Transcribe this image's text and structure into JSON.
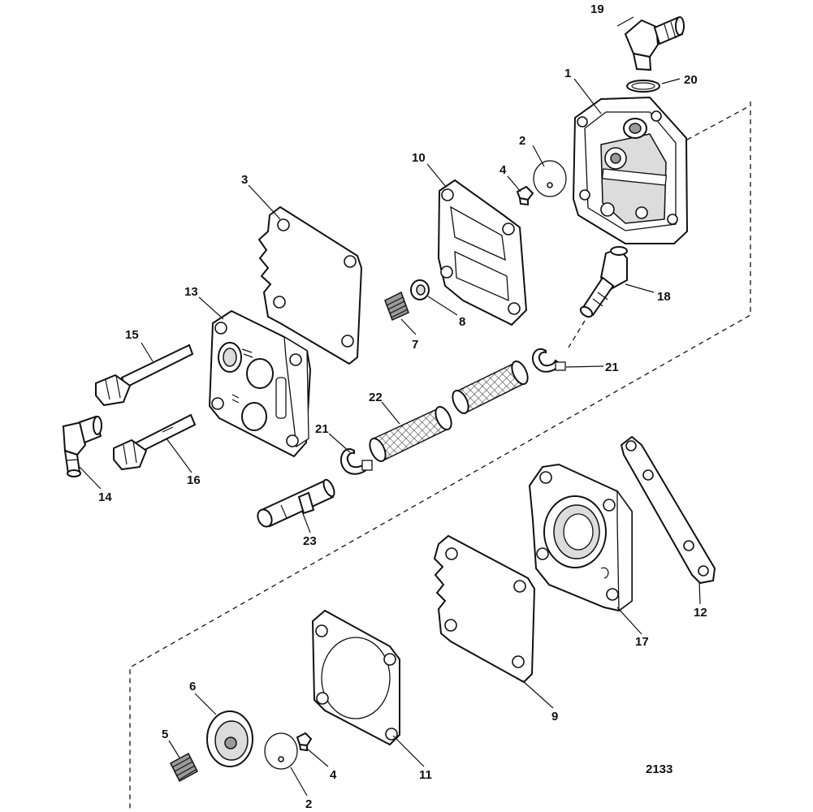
{
  "figure_number": "2133",
  "callouts": {
    "c1": "1",
    "c2a": "2",
    "c2b": "2",
    "c3": "3",
    "c4a": "4",
    "c4b": "4",
    "c5": "5",
    "c6": "6",
    "c7": "7",
    "c8": "8",
    "c9": "9",
    "c10": "10",
    "c11": "11",
    "c12": "12",
    "c13": "13",
    "c14": "14",
    "c15": "15",
    "c16": "16",
    "c17": "17",
    "c18": "18",
    "c19": "19",
    "c20": "20",
    "c21a": "21",
    "c21b": "21",
    "c22": "22",
    "c23": "23"
  }
}
